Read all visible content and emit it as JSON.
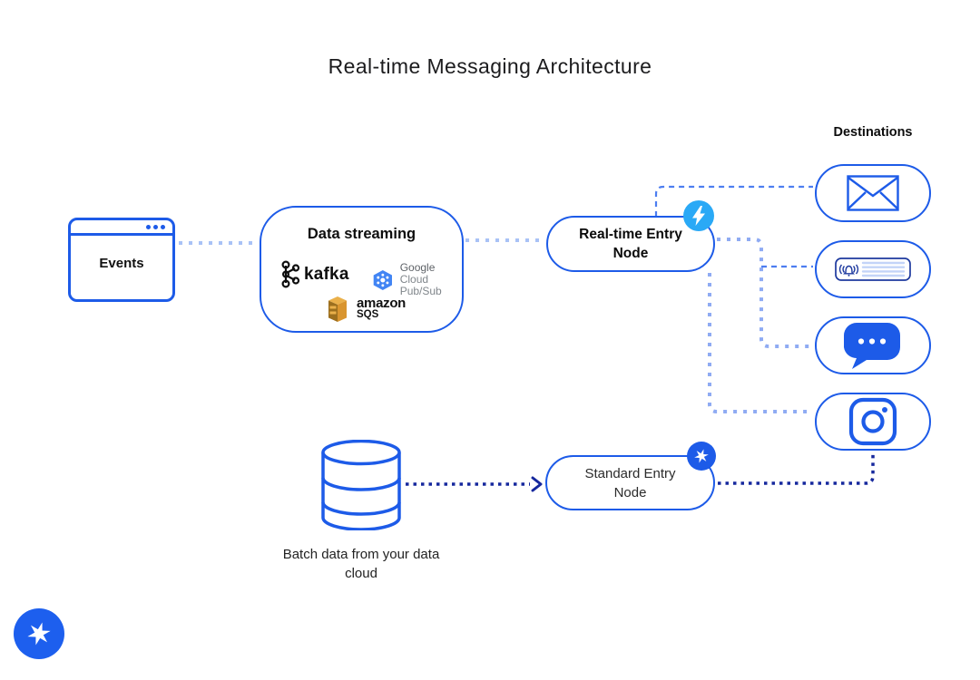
{
  "title": "Real-time Messaging Architecture",
  "colors": {
    "primary_blue": "#1d5be8",
    "light_dotted_line": "#a9c2f6",
    "medium_dotted_line": "#8fabf3",
    "dashed_line": "#4d7ef0",
    "navy_dotted_line": "#16289d",
    "lightning_badge": "#2aa9f6",
    "google_hexagon": "#4285f4",
    "amazon_gold": "#d9952f"
  },
  "events_box": {
    "label": "Events"
  },
  "data_streaming": {
    "title": "Data streaming",
    "kafka_label": "kafka",
    "google_line1": "Google",
    "google_line2": "Cloud Pub/Sub",
    "amazon_line1": "amazon",
    "amazon_line2": "SQS"
  },
  "realtime_node": {
    "line1": "Real-time Entry",
    "line2": "Node"
  },
  "standard_node": {
    "line1": "Standard Entry",
    "line2": "Node"
  },
  "destinations": {
    "label": "Destinations",
    "items": [
      "email",
      "notification-banner",
      "chat",
      "instagram"
    ]
  },
  "batch_label": {
    "line1": "Batch data from your data",
    "line2": "cloud"
  }
}
